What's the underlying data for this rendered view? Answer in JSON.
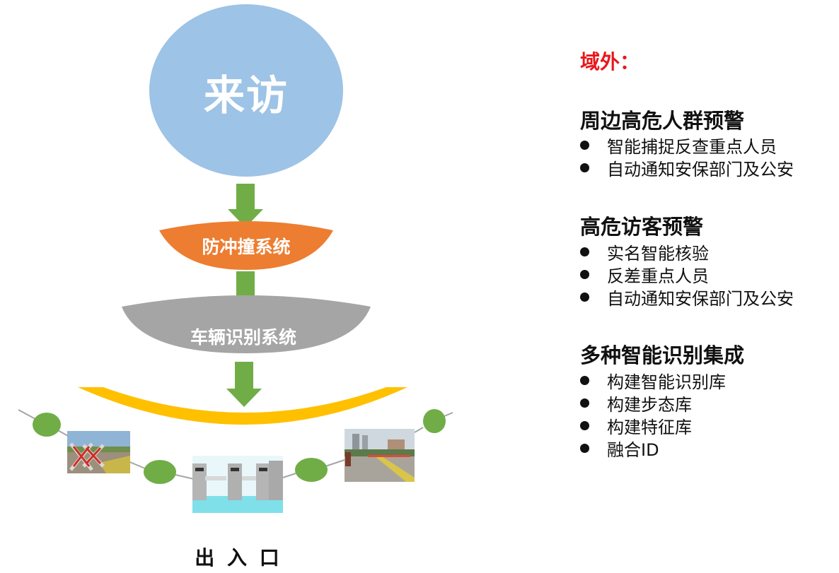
{
  "flow": {
    "visit_label": "来访",
    "stage1_label": "防冲撞系统",
    "stage2_label": "车辆识别系统",
    "exit_label": "出 入 口"
  },
  "info": {
    "zone_title": "域外：",
    "section1": {
      "title": "周边高危人群预警",
      "bullets": [
        "智能捕捉反查重点人员",
        "自动通知安保部门及公安"
      ]
    },
    "section2": {
      "title": "高危访客预警",
      "bullets": [
        "实名智能核验",
        "反差重点人员",
        "自动通知安保部门及公安"
      ]
    },
    "section3": {
      "title": "多种智能识别集成",
      "bullets": [
        "构建智能识别库",
        "构建步态库",
        "构建特征库",
        "融合ID"
      ]
    }
  },
  "colors": {
    "circle": "#9dc3e6",
    "arrow": "#70ad47",
    "stage1": "#ed7d31",
    "stage2": "#a5a5a5",
    "arc": "#ffc000",
    "node": "#70ad47",
    "zone_title": "#e8181b"
  }
}
